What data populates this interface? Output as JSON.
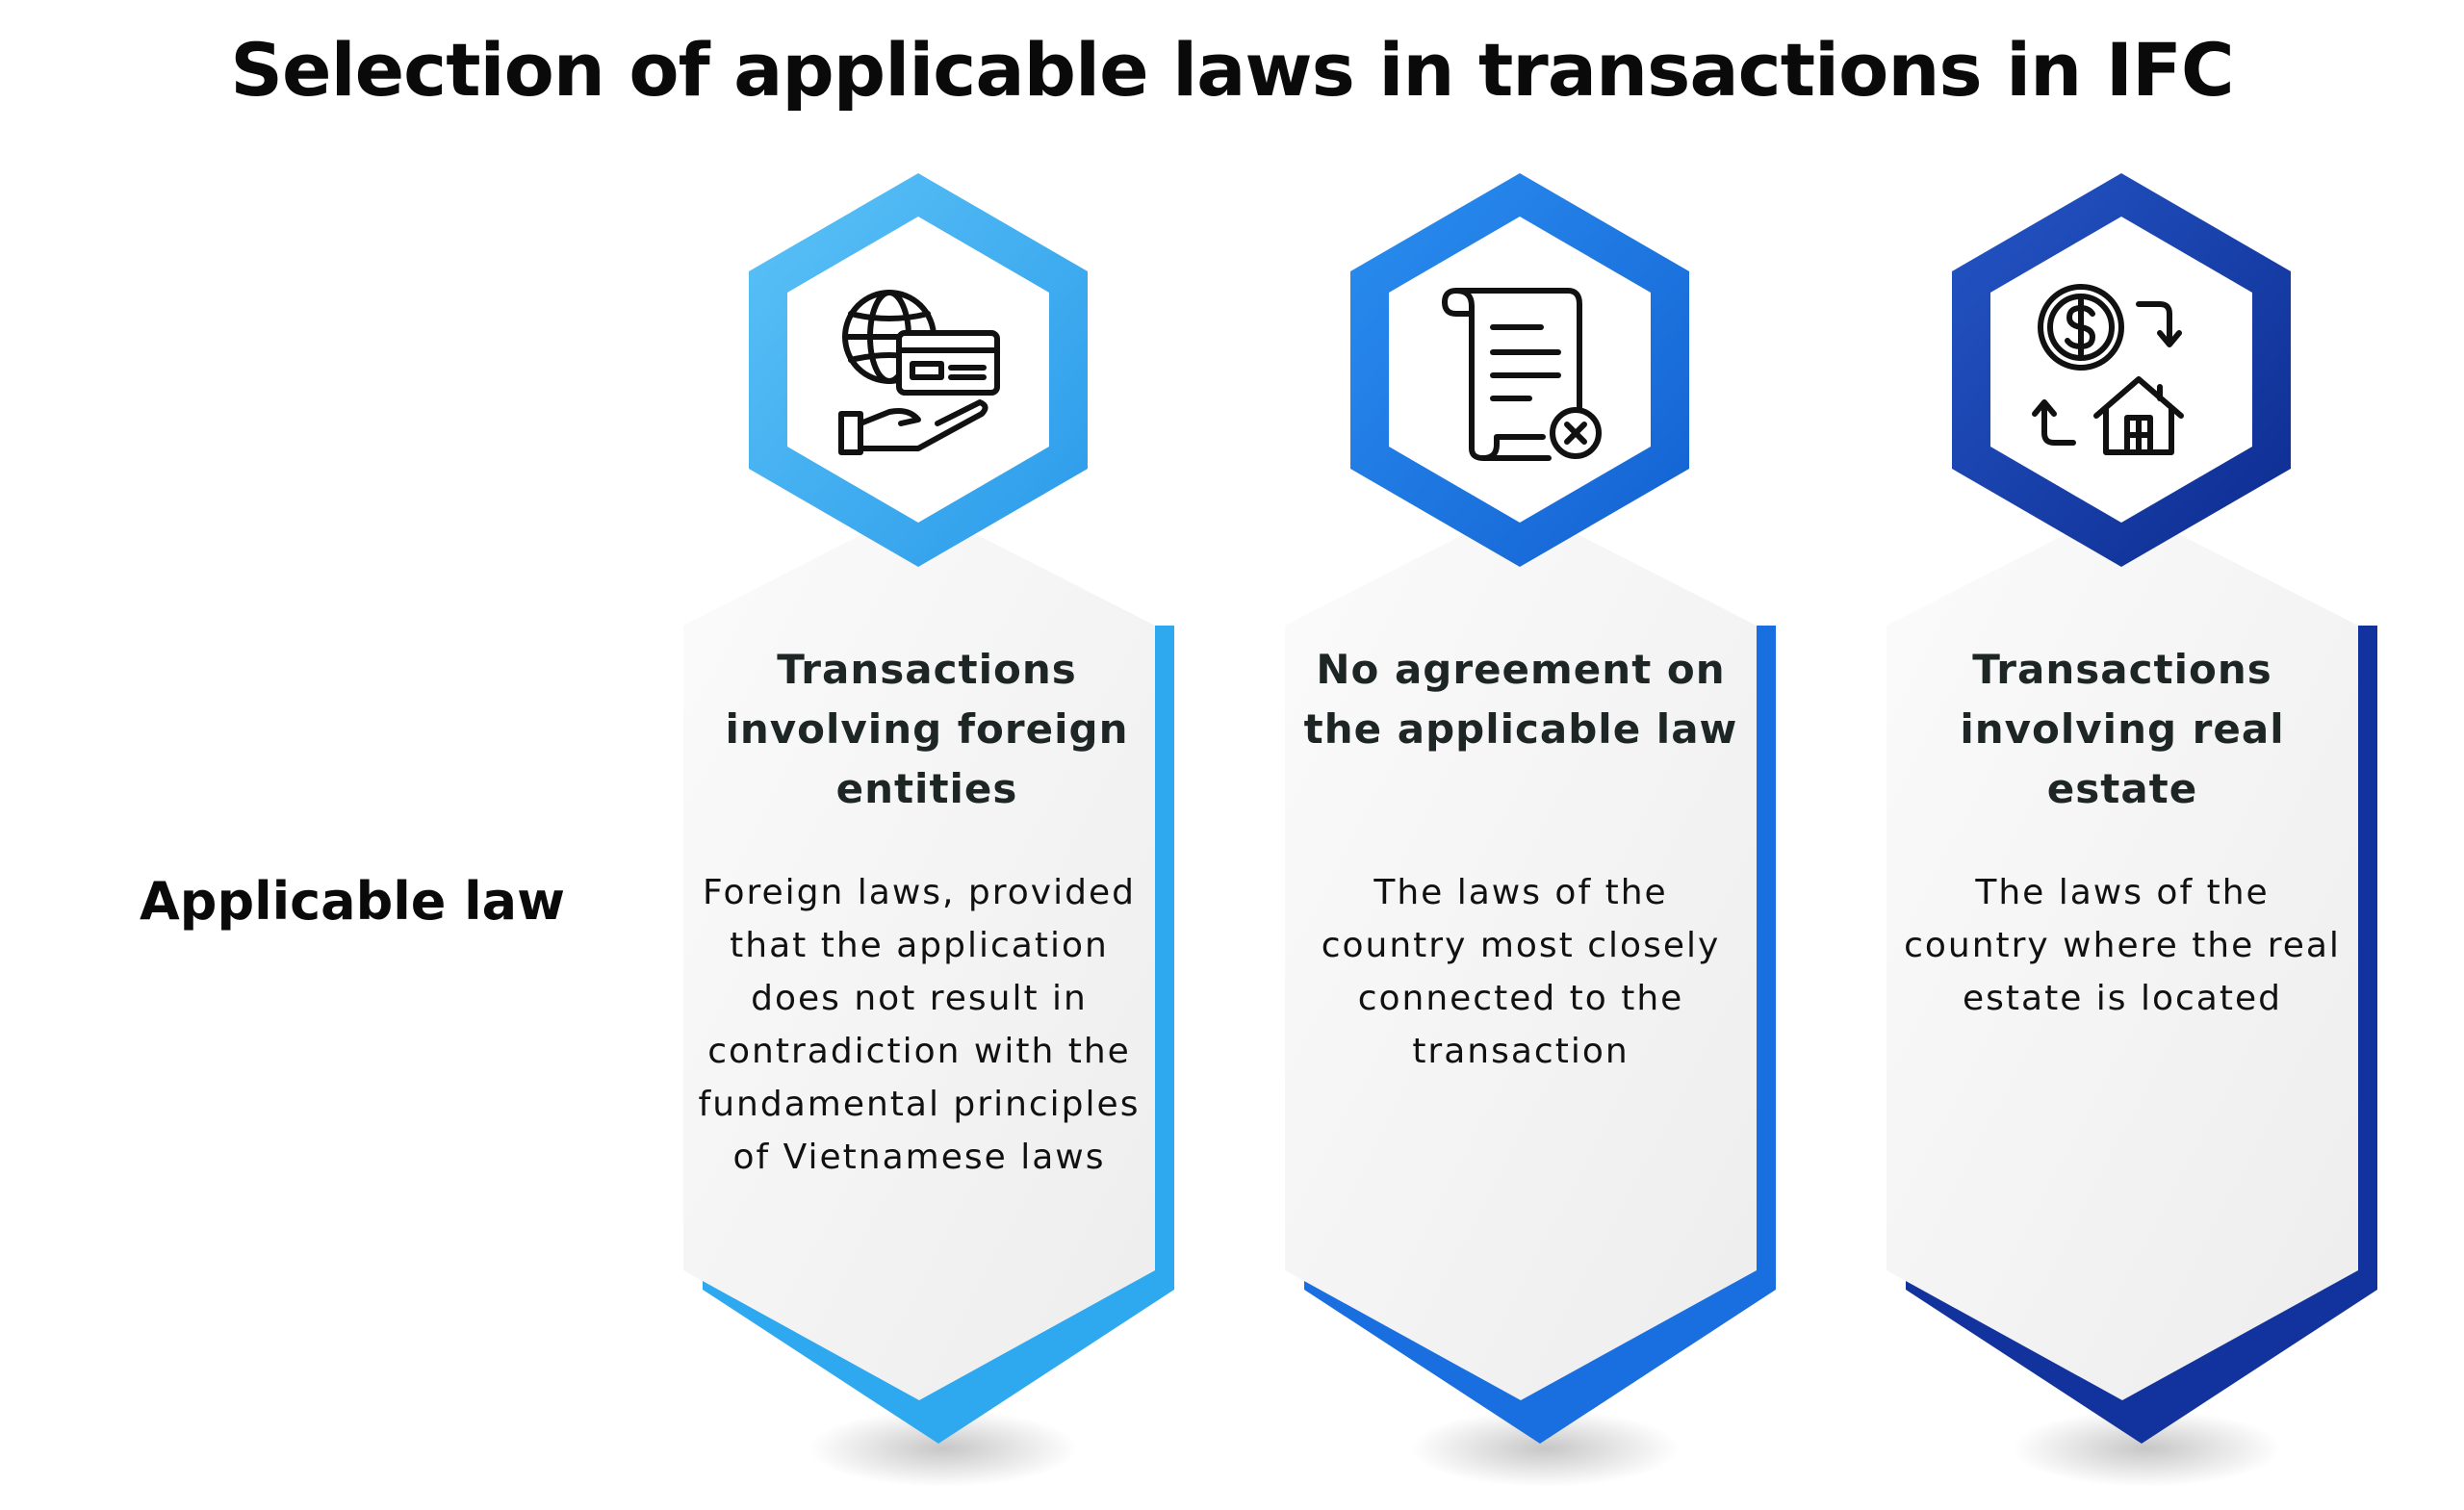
{
  "title": "Selection of applicable laws in transactions in IFC",
  "row_label": "Applicable law",
  "columns": [
    {
      "heading": "Transactions involving foreign entities",
      "body": "Foreign laws, provided that the application does not result in contradiction with the fundamental principles of Vietnamese laws",
      "icon": "globe-card-hand-icon",
      "colors": {
        "light": "#5cc3f7",
        "dark": "#2aa2ee",
        "back": "#2ea9f0"
      }
    },
    {
      "heading": "No agreement on the applicable law",
      "body": "The laws of the country most closely connected to the transaction",
      "icon": "scroll-document-cancel-icon",
      "colors": {
        "light": "#2a8ff0",
        "dark": "#1565d8",
        "back": "#1a6fe0"
      }
    },
    {
      "heading": "Transactions involving real estate",
      "body": "The laws of the country where the real estate is located",
      "icon": "dollar-exchange-house-icon",
      "colors": {
        "light": "#2456c6",
        "dark": "#0d2e96",
        "back": "#12339d"
      }
    }
  ]
}
